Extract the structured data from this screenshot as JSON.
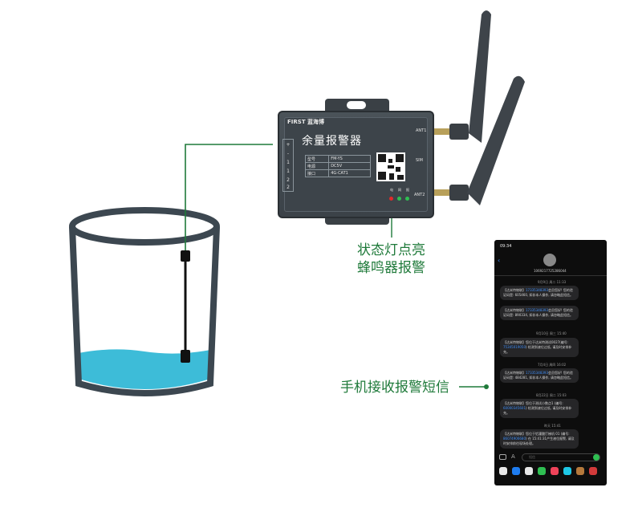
{
  "callouts": {
    "status": "状态灯点亮",
    "buzzer": "蜂鸣器报警",
    "sms": "手机接收报警短信"
  },
  "device": {
    "brand": "FIRST 蓝海博",
    "title": "余量报警器",
    "terminals": [
      "+",
      "-",
      "1",
      "1",
      "2",
      "2"
    ],
    "spec_rows": [
      {
        "k": "型号",
        "v": "FM-YS"
      },
      {
        "k": "电源",
        "v": "DC5V"
      },
      {
        "k": "接口",
        "v": "4G-CAT1"
      }
    ],
    "ant1": "ANT1",
    "sim": "SIM",
    "ant2": "ANT2",
    "led_labels": [
      "电",
      "网",
      "报"
    ]
  },
  "phone": {
    "time": "09:34",
    "sender": "1069217725286044",
    "input_placeholder": "短信",
    "messages": [
      {
        "ts": "9月9日 周二 11:33",
        "pre": "【达米特物联】",
        "link": "17335348393",
        "post": "会员您好! 您的验证码是: 605460, 如非本人操作, 请忽略此短信。"
      },
      {
        "ts": "",
        "pre": "【达米特物联】",
        "link": "17335348393",
        "post": "会员您好! 您的验证码是: 890334, 如非本人操作, 请忽略此短信。"
      },
      {
        "ts": "9月10日 周三 15:40",
        "pre": "【达米特物联】您位于达米特测试0027(编号: ",
        "link": "75345019050",
        "post": ") 检测到液位过低, 请及时安排补充。"
      },
      {
        "ts": "7月4日 周四 16:02",
        "pre": "【达米特物联】",
        "link": "17335348393",
        "post": "会员您好! 您的验证码是: 484281, 如非本人操作, 请忽略此短信。"
      },
      {
        "ts": "8月22日 周二 15:03",
        "pre": "【达米特物联】您位于测试小数点1 (编号: ",
        "link": "60000345601",
        "post": ") 检测到液位过低, 请及时安排补充。"
      },
      {
        "ts": "昨天 15:41",
        "pre": "【达米特物联】您位于铝灌酸厅梯机 01 (编号: ",
        "link": "86074906680",
        "post": ") 在 15:41:31产生液位报警, 请及时安排前往现场处理。"
      }
    ]
  },
  "colors": {
    "green": "#1f7a3a",
    "water": "#3dbcd8",
    "tank": "#3c4750",
    "phone_bg": "#0d0d0d",
    "link": "#3d8cf5"
  }
}
